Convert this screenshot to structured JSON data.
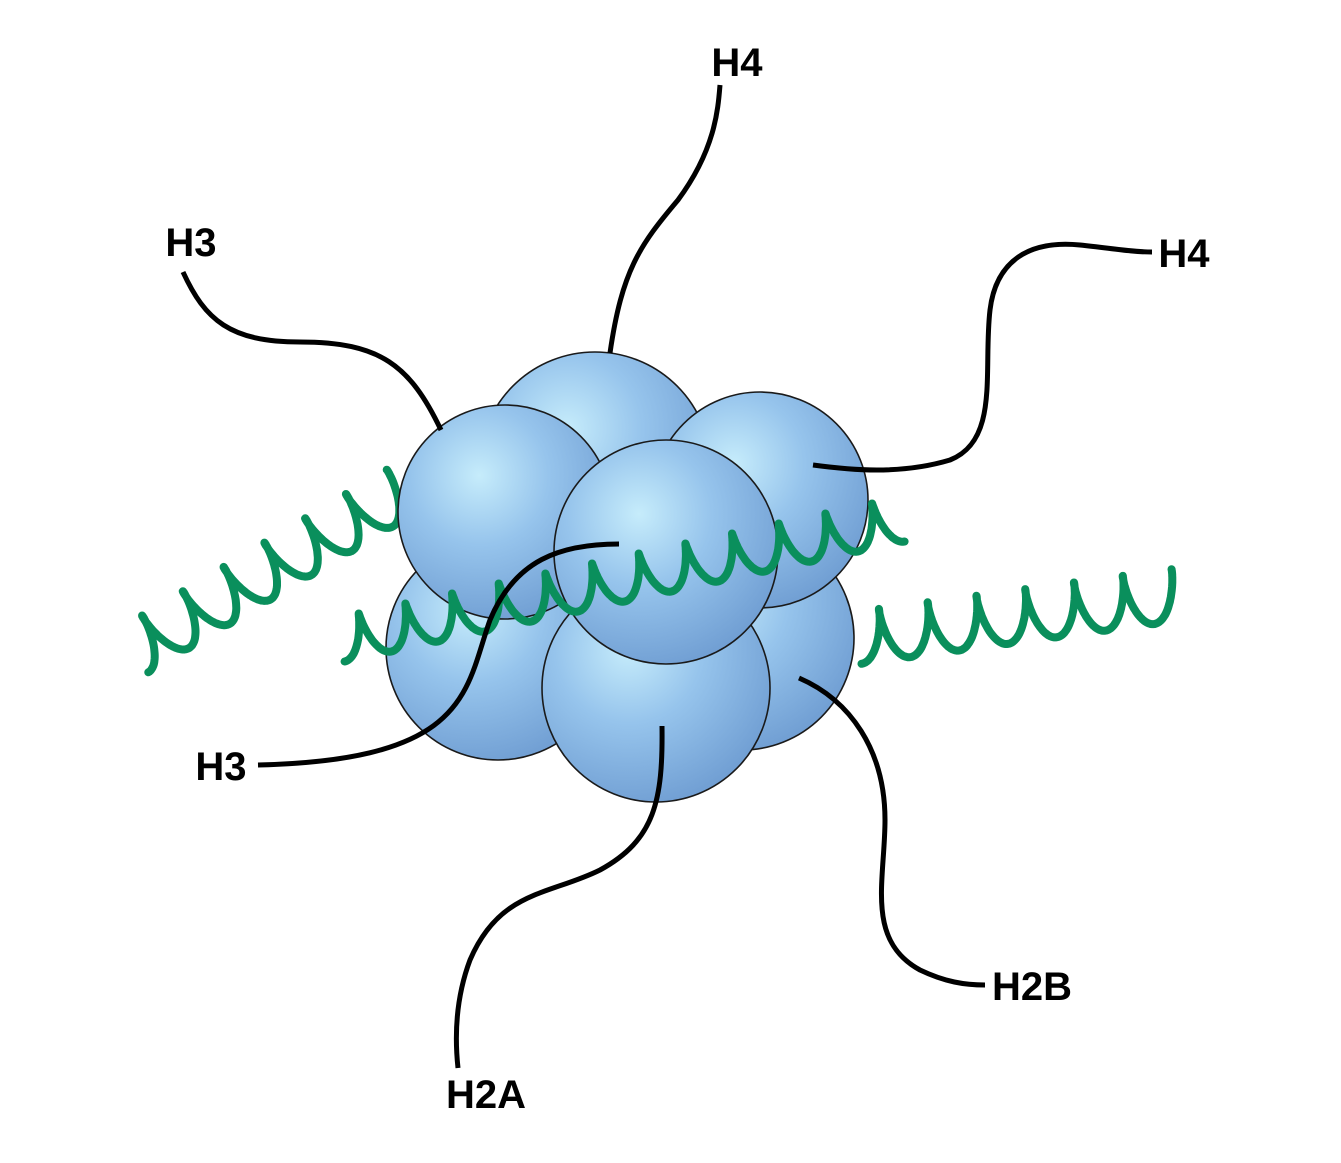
{
  "labels": {
    "h4_top": "H4",
    "h4_right": "H4",
    "h3_upper": "H3",
    "h3_lower": "H3",
    "h2a": "H2A",
    "h2b": "H2B"
  },
  "colors": {
    "dna": "#0a8f5c",
    "histone_light": "#c6ecfb",
    "histone_mid": "#96c4ec",
    "histone_dark": "#6f9dd2",
    "outline": "#1a1a1a",
    "tail": "#000000"
  }
}
